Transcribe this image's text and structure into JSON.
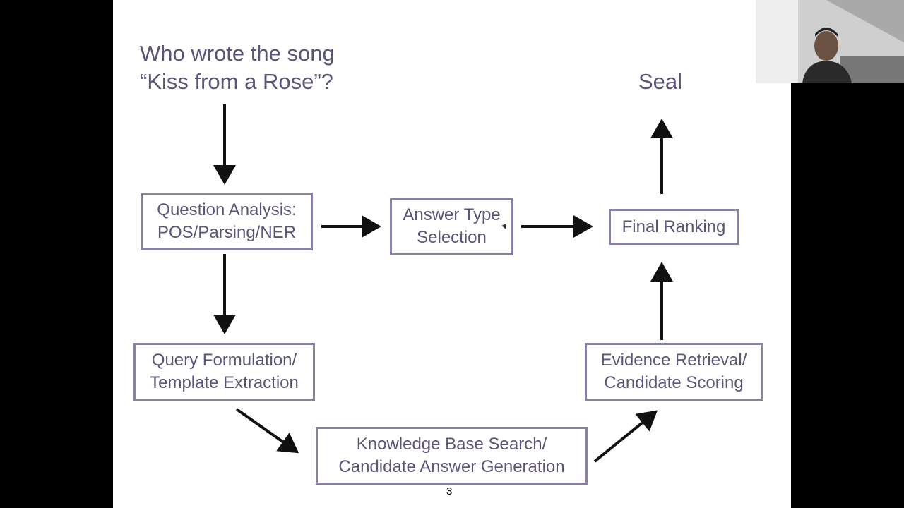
{
  "question": {
    "line1": "Who wrote the song",
    "line2": "“Kiss from a Rose”?"
  },
  "answer": "Seal",
  "boxes": {
    "question_analysis": {
      "line1": "Question Analysis:",
      "line2": "POS/Parsing/NER"
    },
    "answer_type": {
      "line1": "Answer Type",
      "line2": "Selection"
    },
    "final_ranking": {
      "line1": "Final Ranking"
    },
    "query_formulation": {
      "line1": "Query Formulation/",
      "line2": "Template Extraction"
    },
    "evidence_retrieval": {
      "line1": "Evidence Retrieval/",
      "line2": "Candidate Scoring"
    },
    "kb_search": {
      "line1": "Knowledge Base Search/",
      "line2": "Candidate Answer Generation"
    }
  },
  "page_number": "3",
  "colors": {
    "text": "#5e5378",
    "box_border": "#8c7fa6",
    "arrow": "#111111",
    "background": "#000000",
    "slide": "#ffffff"
  }
}
